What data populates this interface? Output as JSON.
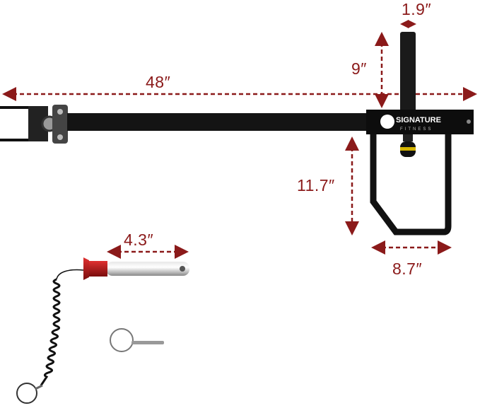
{
  "accent_color": "#8b1a1a",
  "dimensions": {
    "length": "48″",
    "post_diameter": "1.9″",
    "post_height": "9″",
    "handle_height": "11.7″",
    "handle_width": "8.7″",
    "pin_length": "4.3″"
  },
  "logo": {
    "brand": "SIGNATURE",
    "sub": "FITNESS"
  }
}
